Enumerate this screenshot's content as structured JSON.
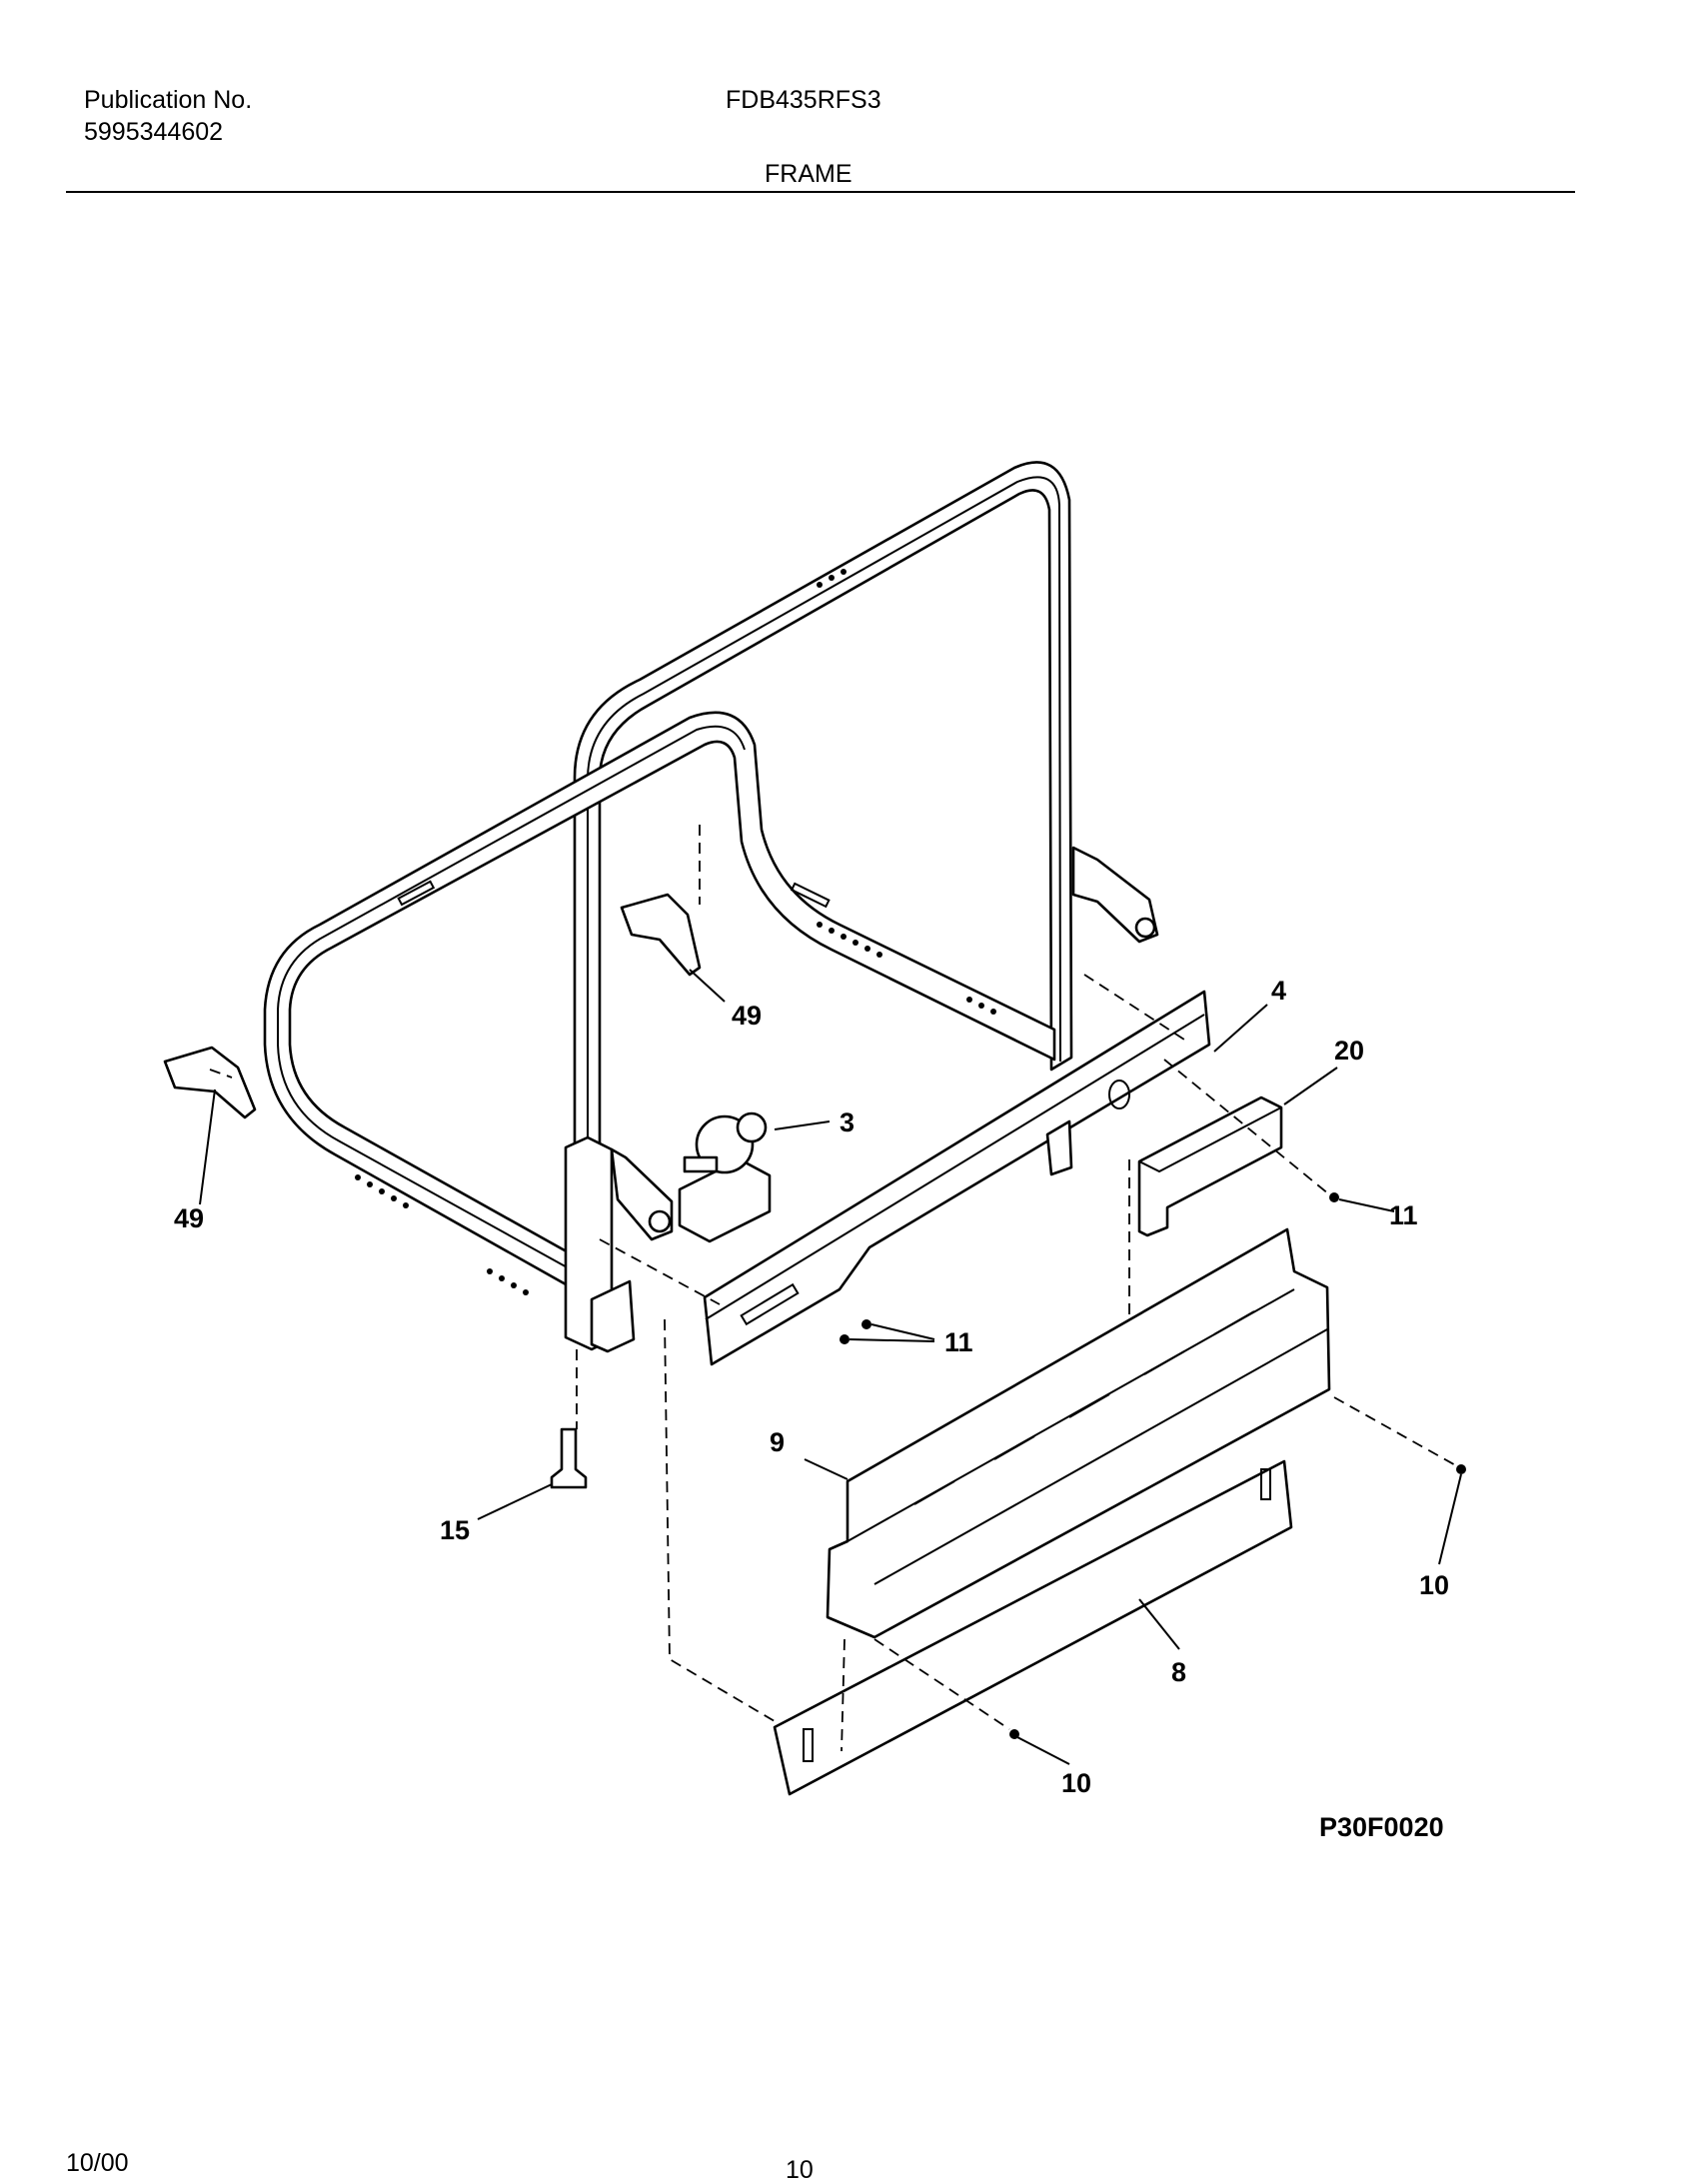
{
  "header": {
    "publication_label": "Publication No.",
    "publication_number": "5995344602",
    "model": "FDB435RFS3",
    "section": "FRAME"
  },
  "diagram": {
    "callouts": [
      "3",
      "4",
      "8",
      "9",
      "10",
      "10",
      "11",
      "11",
      "15",
      "20",
      "49",
      "49"
    ],
    "figure_code": "P30F0020"
  },
  "footer": {
    "date": "10/00",
    "page": "10"
  }
}
